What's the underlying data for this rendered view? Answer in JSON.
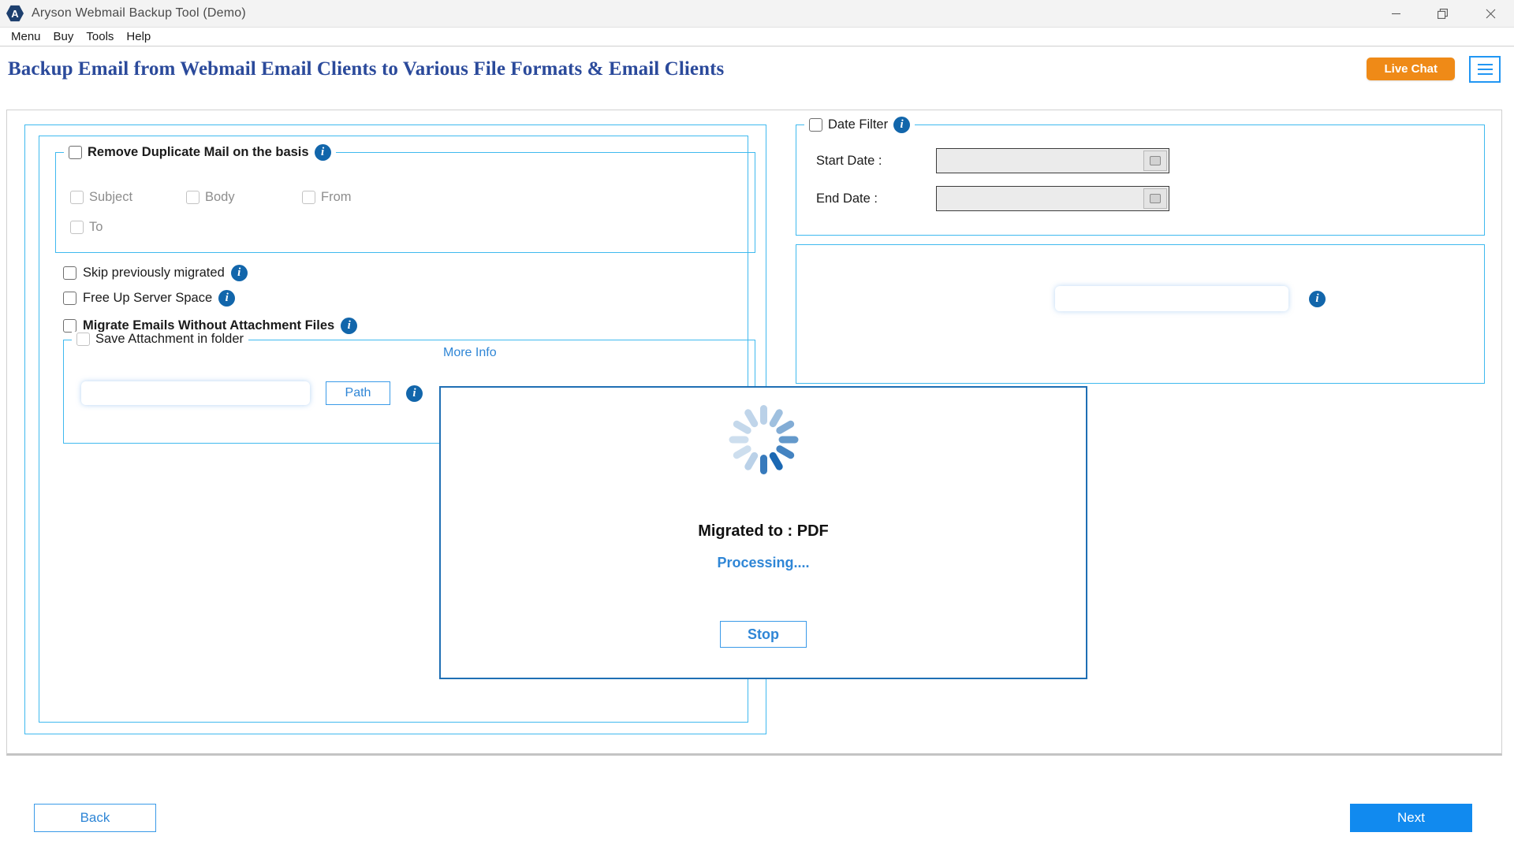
{
  "window": {
    "title": "Aryson Webmail Backup Tool (Demo)",
    "logo_letter": "A",
    "controls": {
      "minimize": "minimize-icon",
      "restore": "restore-icon",
      "close": "close-icon"
    }
  },
  "menubar": {
    "items": [
      "Menu",
      "Buy",
      "Tools",
      "Help"
    ]
  },
  "header": {
    "title": "Backup Email from Webmail Email Clients to Various File Formats & Email Clients",
    "live_chat_label": "Live Chat",
    "menu_icon": "hamburger-icon"
  },
  "left_panel": {
    "duplicate_group": {
      "label": "Remove Duplicate Mail on the basis",
      "checked": false,
      "options": [
        {
          "label": "Subject",
          "checked": false
        },
        {
          "label": "Body",
          "checked": false
        },
        {
          "label": "From",
          "checked": false
        },
        {
          "label": "To",
          "checked": false
        }
      ]
    },
    "options": [
      {
        "label": "Skip previously migrated",
        "checked": false
      },
      {
        "label": "Free Up Server Space",
        "checked": false
      },
      {
        "label": "Migrate Emails Without Attachment Files",
        "checked": false
      }
    ],
    "more_info_label": "More Info",
    "save_attachment": {
      "label": "Save Attachment in folder",
      "checked": false,
      "path_value": "",
      "path_placeholder": "",
      "path_button_label": "Path"
    }
  },
  "right_panel": {
    "date_filter": {
      "label": "Date Filter",
      "checked": false,
      "start_caption": "Start Date :",
      "start_value": "",
      "end_caption": "End Date :",
      "end_value": "",
      "calendar_icon": "calendar-dropdown-icon"
    },
    "secondary_field_value": ""
  },
  "modal": {
    "spinner_icon": "loading-spinner-icon",
    "title": "Migrated to : PDF",
    "status": "Processing....",
    "stop_label": "Stop"
  },
  "footer": {
    "back_label": "Back",
    "next_label": "Next"
  },
  "colors": {
    "accent_blue": "#2f86d6",
    "primary_blue": "#118aef",
    "group_border": "#3fb9ef",
    "live_chat_orange": "#ef8a17",
    "info_badge": "#1266ab",
    "heading": "#2b4a9b"
  }
}
